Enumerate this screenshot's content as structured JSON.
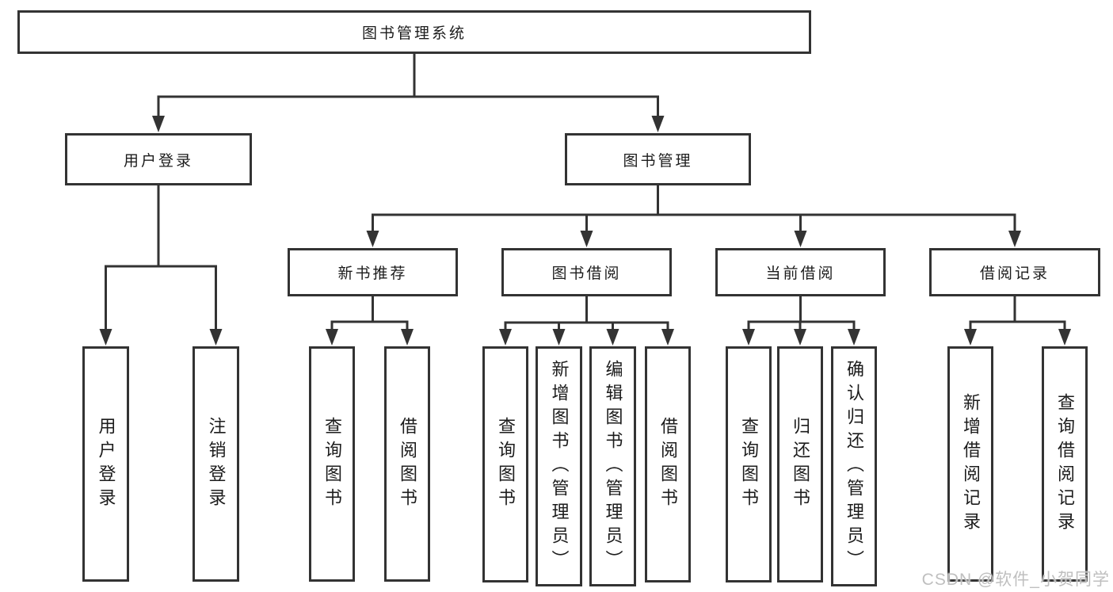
{
  "colors": {
    "line": "#333333",
    "box_border": "#333333",
    "text": "#1c1c1c",
    "background": "#ffffff",
    "watermark": "#bfbfbf"
  },
  "watermark": {
    "text": "CSDN @软件_小贺同学"
  },
  "diagram": {
    "type": "tree",
    "title": "图书管理系统",
    "nodes": [
      {
        "id": "root",
        "label": "图书管理系统",
        "level": 1,
        "parent": null,
        "orientation": "horizontal"
      },
      {
        "id": "user-login",
        "label": "用户登录",
        "level": 2,
        "parent": "root",
        "orientation": "horizontal"
      },
      {
        "id": "book-mgmt",
        "label": "图书管理",
        "level": 2,
        "parent": "root",
        "orientation": "horizontal"
      },
      {
        "id": "new-book-rec",
        "label": "新书推荐",
        "level": 3,
        "parent": "book-mgmt",
        "orientation": "horizontal"
      },
      {
        "id": "book-borrow",
        "label": "图书借阅",
        "level": 3,
        "parent": "book-mgmt",
        "orientation": "horizontal"
      },
      {
        "id": "current-borrow",
        "label": "当前借阅",
        "level": 3,
        "parent": "book-mgmt",
        "orientation": "horizontal"
      },
      {
        "id": "borrow-record",
        "label": "借阅记录",
        "level": 3,
        "parent": "book-mgmt",
        "orientation": "horizontal"
      },
      {
        "id": "login",
        "label": "用户登录",
        "level": 4,
        "parent": "user-login",
        "orientation": "vertical"
      },
      {
        "id": "logout",
        "label": "注销登录",
        "level": 4,
        "parent": "user-login",
        "orientation": "vertical"
      },
      {
        "id": "rec-query-book",
        "label": "查询图书",
        "level": 4,
        "parent": "new-book-rec",
        "orientation": "vertical"
      },
      {
        "id": "rec-borrow-book",
        "label": "借阅图书",
        "level": 4,
        "parent": "new-book-rec",
        "orientation": "vertical"
      },
      {
        "id": "bb-query-book",
        "label": "查询图书",
        "level": 4,
        "parent": "book-borrow",
        "orientation": "vertical"
      },
      {
        "id": "bb-add-book",
        "label": "新增图书（管理员）",
        "level": 4,
        "parent": "book-borrow",
        "orientation": "vertical"
      },
      {
        "id": "bb-edit-book",
        "label": "编辑图书（管理员）",
        "level": 4,
        "parent": "book-borrow",
        "orientation": "vertical"
      },
      {
        "id": "bb-borrow-book",
        "label": "借阅图书",
        "level": 4,
        "parent": "book-borrow",
        "orientation": "vertical"
      },
      {
        "id": "cb-query-book",
        "label": "查询图书",
        "level": 4,
        "parent": "current-borrow",
        "orientation": "vertical"
      },
      {
        "id": "cb-return-book",
        "label": "归还图书",
        "level": 4,
        "parent": "current-borrow",
        "orientation": "vertical"
      },
      {
        "id": "cb-confirm-return",
        "label": "确认归还（管理员）",
        "level": 4,
        "parent": "current-borrow",
        "orientation": "vertical"
      },
      {
        "id": "br-add-record",
        "label": "新增借阅记录",
        "level": 4,
        "parent": "borrow-record",
        "orientation": "vertical"
      },
      {
        "id": "br-query-record",
        "label": "查询借阅记录",
        "level": 4,
        "parent": "borrow-record",
        "orientation": "vertical"
      }
    ]
  }
}
